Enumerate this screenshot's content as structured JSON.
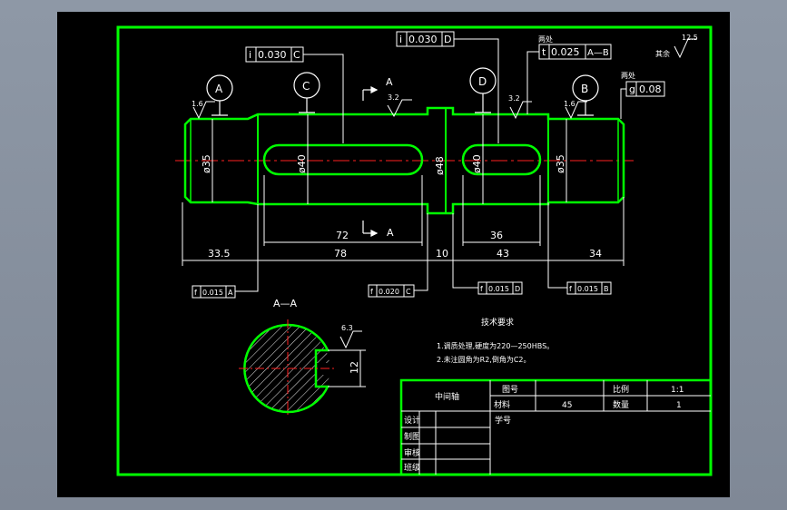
{
  "colors": {
    "background": "#000000",
    "frame": "#00ff00",
    "lines": "#ffffff",
    "centerline": "#ff2020",
    "window_chrome": "#8e98a6"
  },
  "datums": {
    "a": "A",
    "b": "B",
    "c": "C",
    "d": "D"
  },
  "section": {
    "cut_label": "A",
    "view_title": "A—A",
    "keyway_width": "12",
    "roughness": "6.3"
  },
  "tolerances": {
    "runout_c": {
      "symbol": "i",
      "value": "0.030",
      "datum": "C"
    },
    "runout_d": {
      "symbol": "i",
      "value": "0.030",
      "datum": "D"
    },
    "runout_ab": {
      "symbol": "t",
      "value": "0.025",
      "datum": "A—B"
    },
    "g_b": {
      "symbol": "g",
      "value": "0.08"
    },
    "runout_a_bottom": {
      "symbol": "f",
      "value": "0.015",
      "datum": "A"
    },
    "runout_c_bottom": {
      "symbol": "f",
      "value": "0.020",
      "datum": "C"
    },
    "runout_d_bottom": {
      "symbol": "f",
      "value": "0.015",
      "datum": "D"
    },
    "runout_b_bottom": {
      "symbol": "f",
      "value": "0.015",
      "datum": "B"
    }
  },
  "notes": {
    "two_places_1": "两处",
    "two_places_2": "两处",
    "roughness_rest": "12.5",
    "rest_label": "其余"
  },
  "roughness": {
    "r1": "1.6",
    "r2": "3.2",
    "r3": "3.2",
    "r4": "1.6"
  },
  "dimensions": {
    "d_left": "ø35",
    "d_mid_left": "ø40",
    "d_collar": "ø48",
    "d_mid_right": "ø40",
    "d_right": "ø35",
    "len_33_5": "33.5",
    "len_78": "78",
    "len_72": "72",
    "len_10": "10",
    "len_43": "43",
    "len_36": "36",
    "len_34": "34"
  },
  "tech_requirements": {
    "title": "技术要求",
    "line1": "1.调质处理,硬度为220—250HBS。",
    "line2": "2.未注圆角为R2,倒角为C2。"
  },
  "title_block": {
    "part_name": "中间轴",
    "label_drawing": "图号",
    "label_material": "材料",
    "material": "45",
    "label_scale": "比例",
    "scale": "1:1",
    "label_quantity": "数量",
    "quantity": "1",
    "label_design": "设计",
    "label_drawn": "制图",
    "label_check": "审核",
    "label_school": "班级",
    "label_number": "学号"
  }
}
